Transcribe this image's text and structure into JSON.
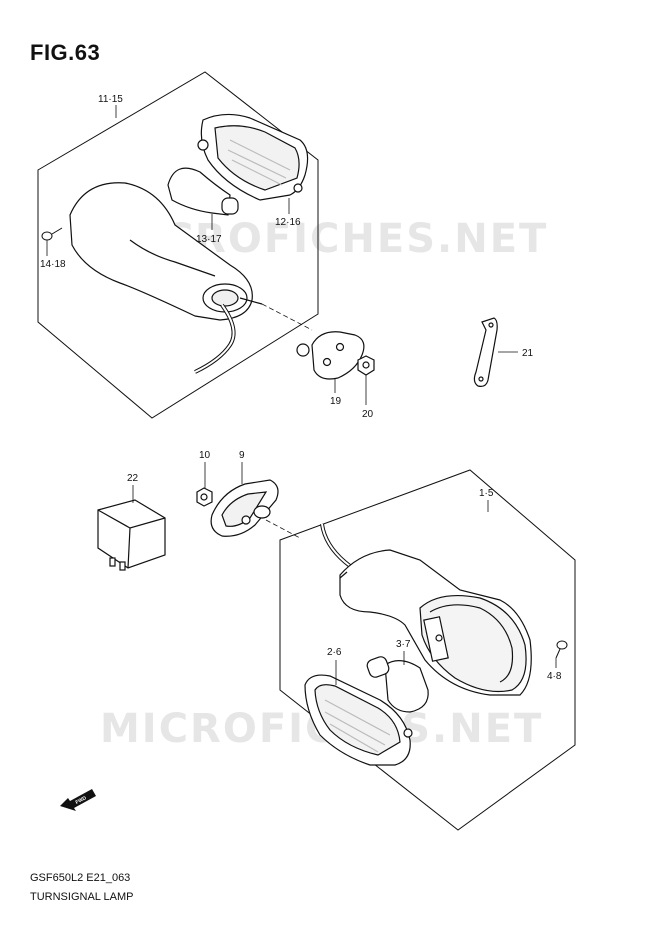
{
  "figure": {
    "title": "FIG.63",
    "code": "GSF650L2 E21_063",
    "caption": "TURNSIGNAL LAMP",
    "watermark": "MICROFICHES.NET",
    "fwd_label": "FWD"
  },
  "callouts": {
    "p11_15": "11·15",
    "p12_16": "12·16",
    "p13_17": "13·17",
    "p14_18": "14·18",
    "p19": "19",
    "p20": "20",
    "p21": "21",
    "p22": "22",
    "p10": "10",
    "p9": "9",
    "p1_5": "1·5",
    "p2_6": "2·6",
    "p3_7": "3·7",
    "p4_8": "4·8"
  }
}
